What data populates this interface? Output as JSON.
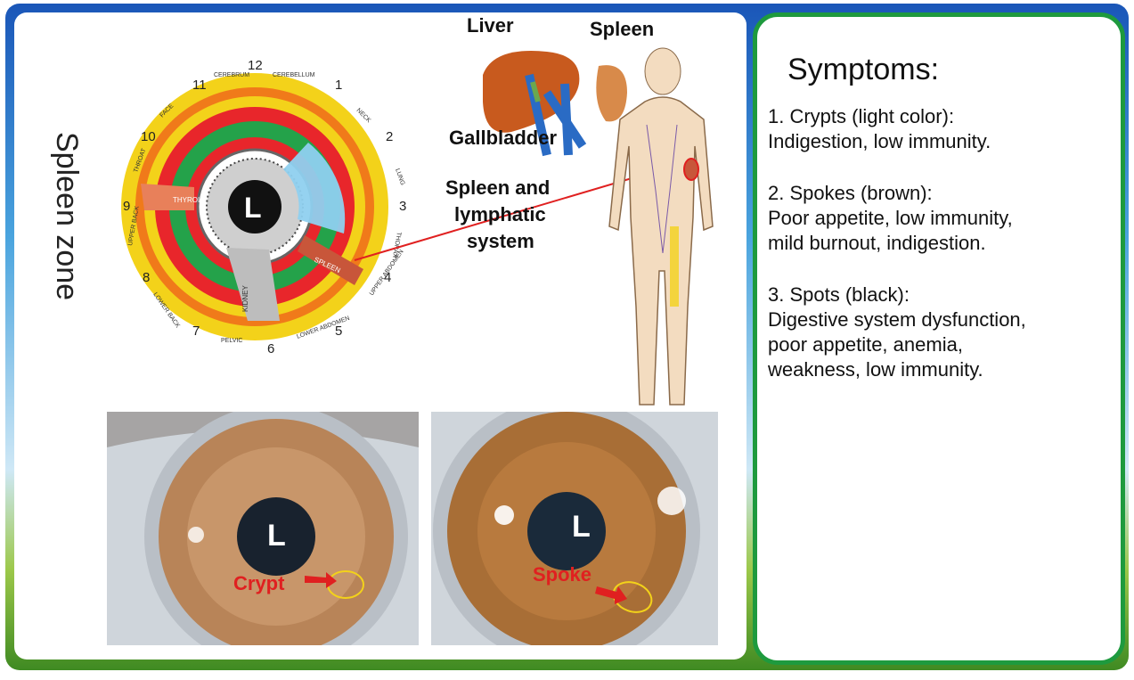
{
  "colors": {
    "frame_blue": "#1a56b8",
    "frame_green": "#1e9a3e",
    "accent_red": "#e02020",
    "highlight_yellow": "#f3d21a"
  },
  "left_panel": {
    "zone_title": "Spleen zone",
    "chart": {
      "center_label": "L",
      "hours": [
        "12",
        "1",
        "2",
        "3",
        "4",
        "5",
        "6",
        "7",
        "8",
        "9",
        "10",
        "11"
      ],
      "outer_labels": [
        "CEREBRUM",
        "CEREBELLUM",
        "NECK",
        "LUNG",
        "THORAX",
        "UPPER ABDOMEN",
        "LOWER ABDOMEN",
        "PELVIC",
        "LOWER BACK",
        "UPPER BACK",
        "THROAT",
        "FACE"
      ],
      "inner_labels": [
        "THYROID",
        "KIDNEY",
        "SPLEEN"
      ]
    },
    "anatomy": {
      "liver": "Liver",
      "spleen": "Spleen",
      "gallbladder": "Gallbladder",
      "spleen_system_line1": "Spleen and",
      "spleen_system_line2": "lymphatic",
      "spleen_system_line3": "system"
    },
    "photos": [
      {
        "eye_label": "L",
        "marker_label": "Crypt"
      },
      {
        "eye_label": "L",
        "marker_label": "Spoke"
      }
    ]
  },
  "right_panel": {
    "title": "Symptoms:",
    "items": [
      {
        "heading": "1.  Crypts (light color):",
        "lines": [
          "Indigestion, low immunity."
        ]
      },
      {
        "heading": "2.  Spokes  (brown):",
        "lines": [
          "Poor appetite, low immunity,",
          "mild burnout, indigestion."
        ]
      },
      {
        "heading": "3.  Spots  (black):",
        "lines": [
          "Digestive system dysfunction,",
          "poor appetite, anemia,",
          "weakness, low immunity."
        ]
      }
    ]
  }
}
